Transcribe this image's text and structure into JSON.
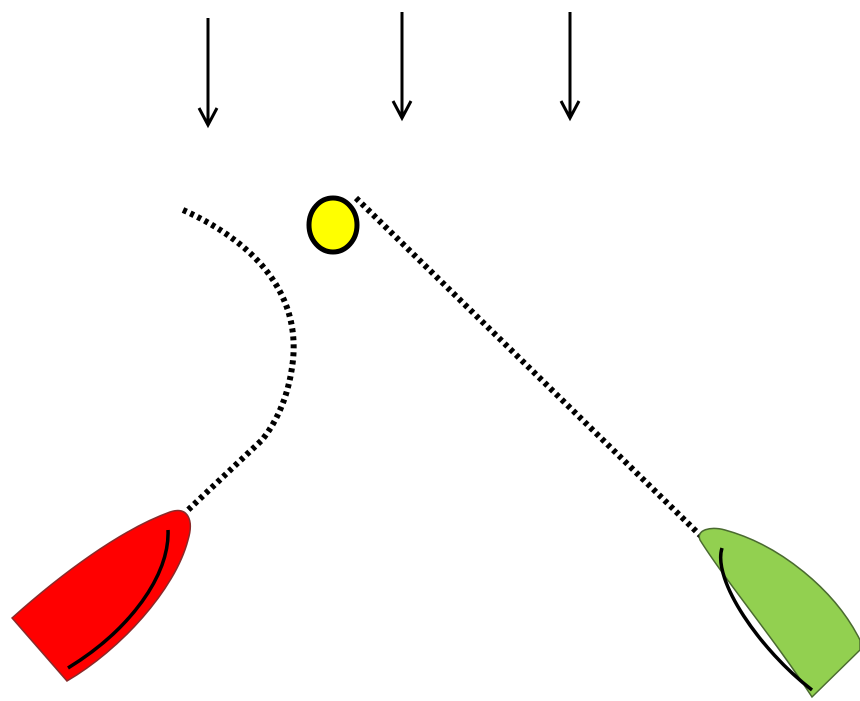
{
  "diagram": {
    "wind_arrows": {
      "count": 3,
      "direction": "down",
      "color": "#000000"
    },
    "mark": {
      "shape": "circle",
      "color": "#ffff00",
      "outline": "#000000"
    },
    "boats": [
      {
        "id": "red-boat",
        "color": "#ff0000",
        "path_to_mark": "curved-dotted"
      },
      {
        "id": "green-boat",
        "color": "#92d050",
        "path_to_mark": "straight-dotted"
      }
    ],
    "path_style": "dotted",
    "path_color": "#000000"
  }
}
